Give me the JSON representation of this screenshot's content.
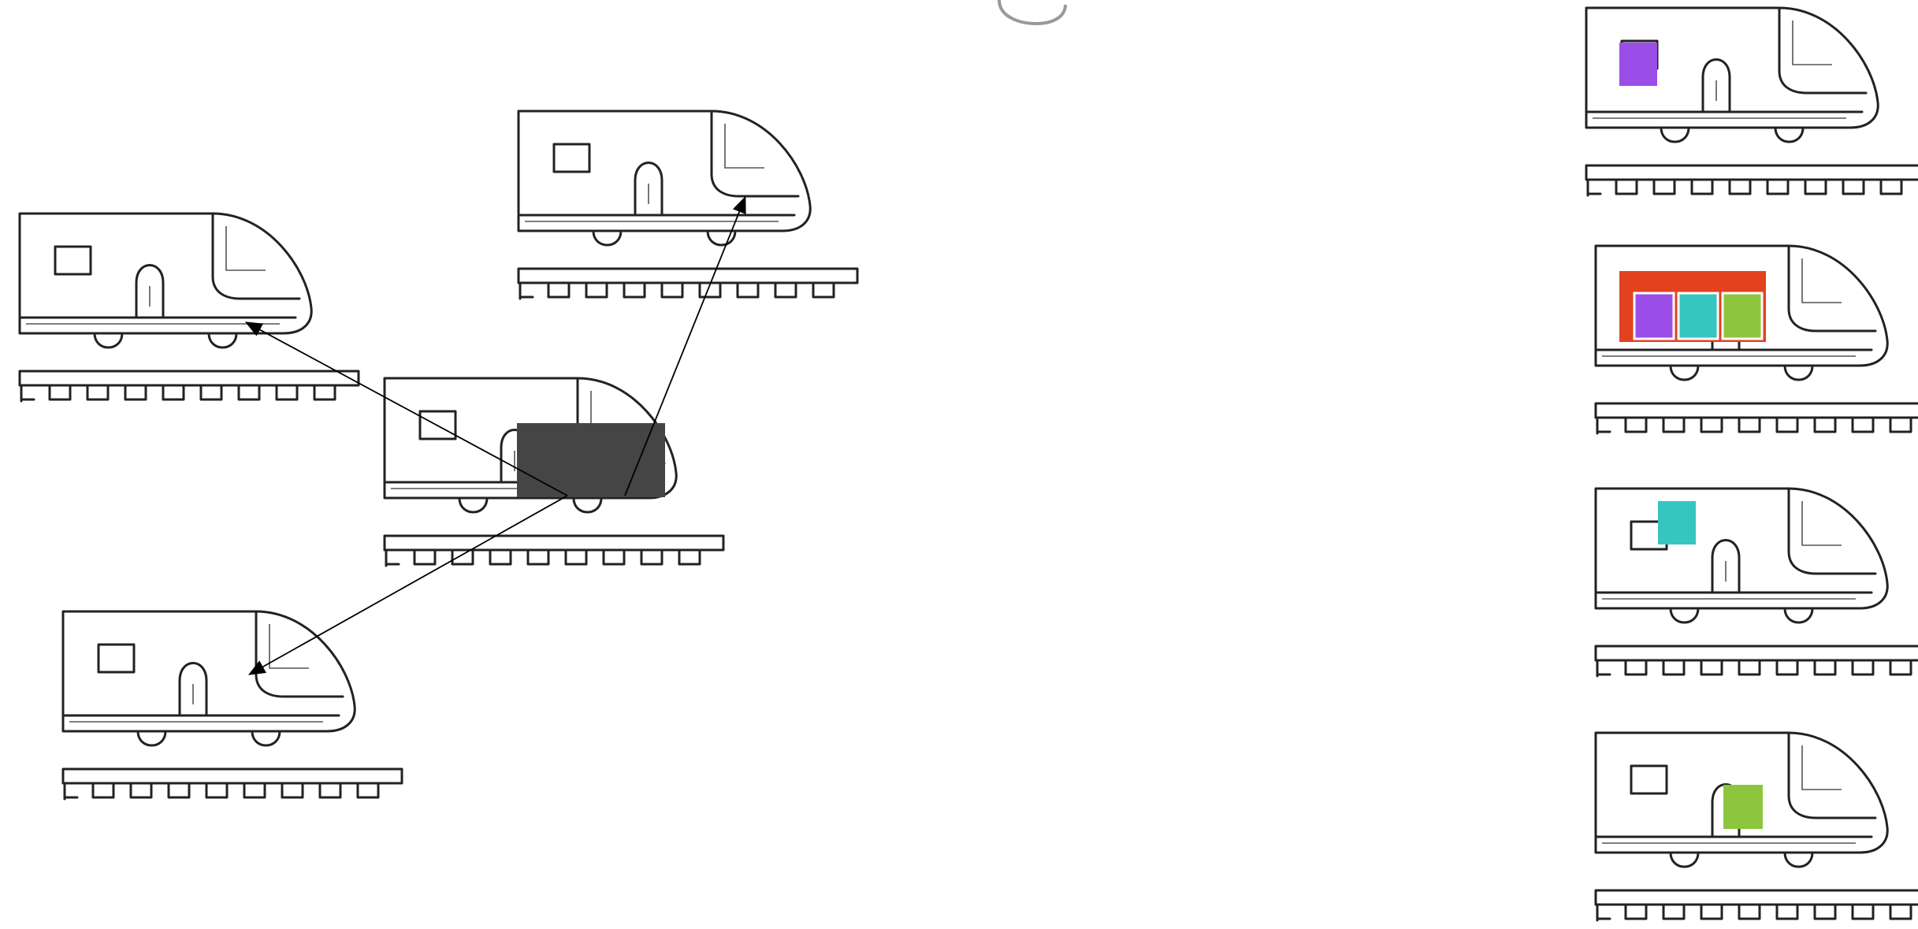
{
  "colors": {
    "background": "#ffffff",
    "outline": "#222222",
    "redacted_block": "#454545",
    "arrow": "#000000",
    "purple": "#9b4de8",
    "teal": "#36c6c0",
    "green": "#8cc63f",
    "red_orange": "#e2421e"
  },
  "left_panel": {
    "trains": [
      "train-source",
      "train-top",
      "train-upper-left",
      "train-lower-left"
    ],
    "source_block": "dark-gray-block",
    "arrows": [
      "arrow-to-top-train",
      "arrow-to-upper-left-train",
      "arrow-to-lower-left-train"
    ]
  },
  "right_panel": {
    "trains": [
      {
        "name": "train-purple-window",
        "highlights": [
          "purple"
        ]
      },
      {
        "name": "train-combined",
        "highlights": [
          "red_orange",
          "purple",
          "teal",
          "green"
        ]
      },
      {
        "name": "train-teal-window",
        "highlights": [
          "teal"
        ]
      },
      {
        "name": "train-green-door",
        "highlights": [
          "green"
        ]
      }
    ]
  }
}
